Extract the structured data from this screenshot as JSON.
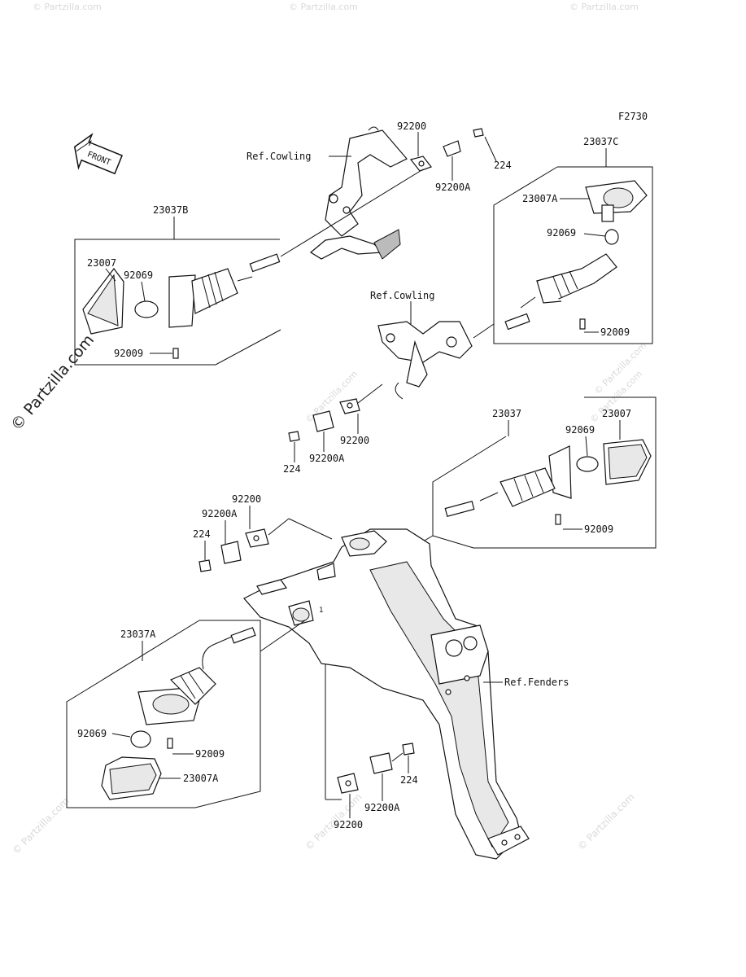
{
  "figure_code": "F2730",
  "front_label": "FRONT",
  "watermark": {
    "main": "© Partzilla.com",
    "faint": "© Partzilla.com"
  },
  "labels": {
    "ref_cowling_top": "Ref.Cowling",
    "ref_cowling_mid": "Ref.Cowling",
    "ref_fenders": "Ref.Fenders",
    "g_23037B": "23037B",
    "g_23037C": "23037C",
    "g_23037": "23037",
    "g_23037A": "23037A",
    "top_92200": "92200",
    "top_224": "224",
    "top_92200A": "92200A",
    "b_23007": "23007",
    "b_92069": "92069",
    "b_92009": "92009",
    "c_23007A": "23007A",
    "c_92069": "92069",
    "c_92009": "92009",
    "mid_92200": "92200",
    "mid_224": "224",
    "mid_92200A": "92200A",
    "r_92069": "92069",
    "r_23007": "23007",
    "r_92009": "92009",
    "left_92200": "92200",
    "left_92200A": "92200A",
    "left_224": "224",
    "a_92069": "92069",
    "a_92009": "92009",
    "a_23007A": "23007A",
    "bot_224": "224",
    "bot_92200A": "92200A",
    "bot_92200": "92200"
  }
}
